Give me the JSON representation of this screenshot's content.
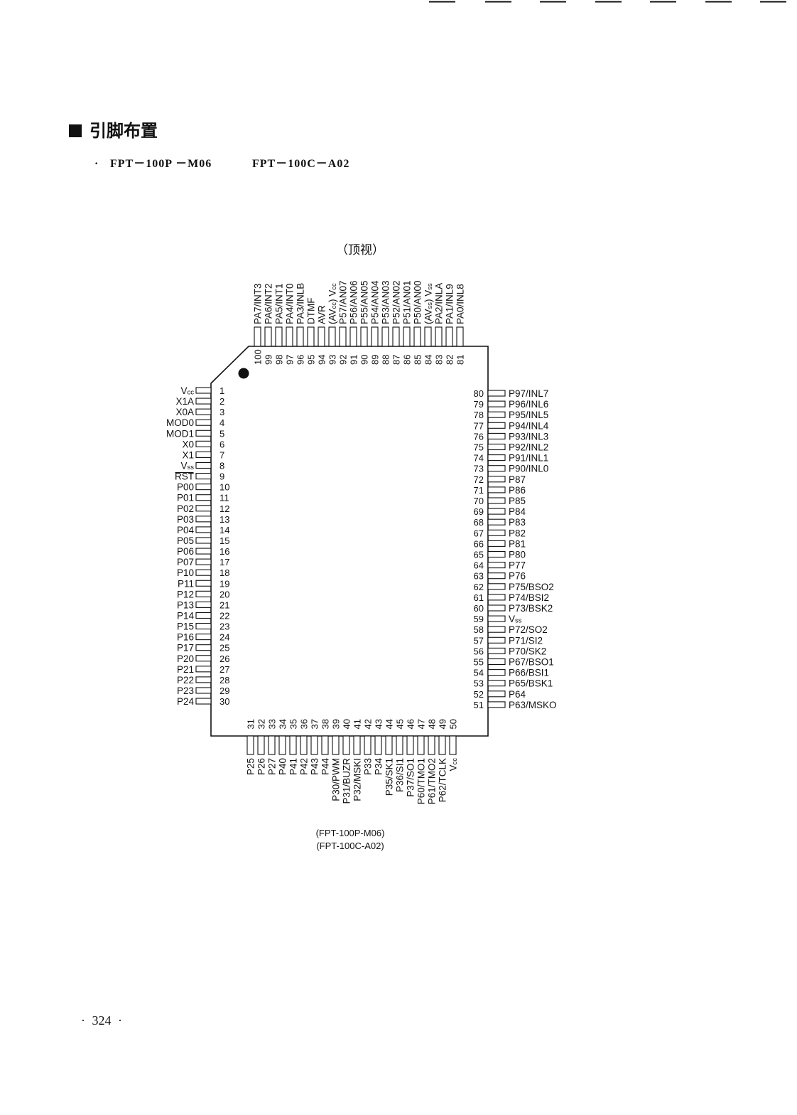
{
  "heading": {
    "text": "引脚布置"
  },
  "packages": {
    "bullet": "·",
    "items": [
      "FPT－100P －M06",
      "FPT－100C－A02"
    ]
  },
  "diagram": {
    "view_label": "（顶视）",
    "pins": {
      "top": [
        {
          "num": "100",
          "label": "PA7/INT3"
        },
        {
          "num": "99",
          "label": "PA6/INT2"
        },
        {
          "num": "98",
          "label": "PA5/INT1"
        },
        {
          "num": "97",
          "label": "PA4/INT0"
        },
        {
          "num": "96",
          "label": "PA3/INLB"
        },
        {
          "num": "95",
          "label": "DTMF"
        },
        {
          "num": "94",
          "label": "AVR"
        },
        {
          "num": "93",
          "label": "(AVcc) Vcc"
        },
        {
          "num": "92",
          "label": "P57/AN07"
        },
        {
          "num": "91",
          "label": "P56/AN06"
        },
        {
          "num": "90",
          "label": "P55/AN05"
        },
        {
          "num": "89",
          "label": "P54/AN04"
        },
        {
          "num": "88",
          "label": "P53/AN03"
        },
        {
          "num": "87",
          "label": "P52/AN02"
        },
        {
          "num": "86",
          "label": "P51/AN01"
        },
        {
          "num": "85",
          "label": "P50/AN00"
        },
        {
          "num": "84",
          "label": "(AVss) Vss"
        },
        {
          "num": "83",
          "label": "PA2/INLA"
        },
        {
          "num": "82",
          "label": "PA1/INL9"
        },
        {
          "num": "81",
          "label": "PA0/INL8"
        }
      ],
      "left": [
        {
          "num": "1",
          "label": "Vcc"
        },
        {
          "num": "2",
          "label": "X1A"
        },
        {
          "num": "3",
          "label": "X0A"
        },
        {
          "num": "4",
          "label": "MOD0"
        },
        {
          "num": "5",
          "label": "MOD1"
        },
        {
          "num": "6",
          "label": "X0"
        },
        {
          "num": "7",
          "label": "X1"
        },
        {
          "num": "8",
          "label": "Vss"
        },
        {
          "num": "9",
          "label": "RST",
          "overline": true
        },
        {
          "num": "10",
          "label": "P00"
        },
        {
          "num": "11",
          "label": "P01"
        },
        {
          "num": "12",
          "label": "P02"
        },
        {
          "num": "13",
          "label": "P03"
        },
        {
          "num": "14",
          "label": "P04"
        },
        {
          "num": "15",
          "label": "P05"
        },
        {
          "num": "16",
          "label": "P06"
        },
        {
          "num": "17",
          "label": "P07"
        },
        {
          "num": "18",
          "label": "P10"
        },
        {
          "num": "19",
          "label": "P11"
        },
        {
          "num": "20",
          "label": "P12"
        },
        {
          "num": "21",
          "label": "P13"
        },
        {
          "num": "22",
          "label": "P14"
        },
        {
          "num": "23",
          "label": "P15"
        },
        {
          "num": "24",
          "label": "P16"
        },
        {
          "num": "25",
          "label": "P17"
        },
        {
          "num": "26",
          "label": "P20"
        },
        {
          "num": "27",
          "label": "P21"
        },
        {
          "num": "28",
          "label": "P22"
        },
        {
          "num": "29",
          "label": "P23"
        },
        {
          "num": "30",
          "label": "P24"
        }
      ],
      "right": [
        {
          "num": "80",
          "label": "P97/INL7"
        },
        {
          "num": "79",
          "label": "P96/INL6"
        },
        {
          "num": "78",
          "label": "P95/INL5"
        },
        {
          "num": "77",
          "label": "P94/INL4"
        },
        {
          "num": "76",
          "label": "P93/INL3"
        },
        {
          "num": "75",
          "label": "P92/INL2"
        },
        {
          "num": "74",
          "label": "P91/INL1"
        },
        {
          "num": "73",
          "label": "P90/INL0"
        },
        {
          "num": "72",
          "label": "P87"
        },
        {
          "num": "71",
          "label": "P86"
        },
        {
          "num": "70",
          "label": "P85"
        },
        {
          "num": "69",
          "label": "P84"
        },
        {
          "num": "68",
          "label": "P83"
        },
        {
          "num": "67",
          "label": "P82"
        },
        {
          "num": "66",
          "label": "P81"
        },
        {
          "num": "65",
          "label": "P80"
        },
        {
          "num": "64",
          "label": "P77"
        },
        {
          "num": "63",
          "label": "P76"
        },
        {
          "num": "62",
          "label": "P75/BSO2"
        },
        {
          "num": "61",
          "label": "P74/BSI2"
        },
        {
          "num": "60",
          "label": "P73/BSK2"
        },
        {
          "num": "59",
          "label": "Vss"
        },
        {
          "num": "58",
          "label": "P72/SO2"
        },
        {
          "num": "57",
          "label": "P71/SI2"
        },
        {
          "num": "56",
          "label": "P70/SK2"
        },
        {
          "num": "55",
          "label": "P67/BSO1"
        },
        {
          "num": "54",
          "label": "P66/BSI1"
        },
        {
          "num": "53",
          "label": "P65/BSK1"
        },
        {
          "num": "52",
          "label": "P64"
        },
        {
          "num": "51",
          "label": "P63/MSKO"
        }
      ],
      "bottom": [
        {
          "num": "31",
          "label": "P25"
        },
        {
          "num": "32",
          "label": "P26"
        },
        {
          "num": "33",
          "label": "P27"
        },
        {
          "num": "34",
          "label": "P40"
        },
        {
          "num": "35",
          "label": "P41"
        },
        {
          "num": "36",
          "label": "P42"
        },
        {
          "num": "37",
          "label": "P43"
        },
        {
          "num": "38",
          "label": "P44"
        },
        {
          "num": "39",
          "label": "P30/PWM"
        },
        {
          "num": "40",
          "label": "P31/BUZR"
        },
        {
          "num": "41",
          "label": "P32/MSKI"
        },
        {
          "num": "42",
          "label": "P33"
        },
        {
          "num": "43",
          "label": "P34"
        },
        {
          "num": "44",
          "label": "P35/SK1"
        },
        {
          "num": "45",
          "label": "P36/SI1"
        },
        {
          "num": "46",
          "label": "P37/SO1"
        },
        {
          "num": "47",
          "label": "P60/TMO1"
        },
        {
          "num": "48",
          "label": "P61/TMO2"
        },
        {
          "num": "49",
          "label": "P62/TCLK"
        },
        {
          "num": "50",
          "label": "Vcc"
        }
      ]
    },
    "caption": [
      "(FPT-100P-M06)",
      "(FPT-100C-A02)"
    ]
  },
  "page_number": "· 324 ·"
}
